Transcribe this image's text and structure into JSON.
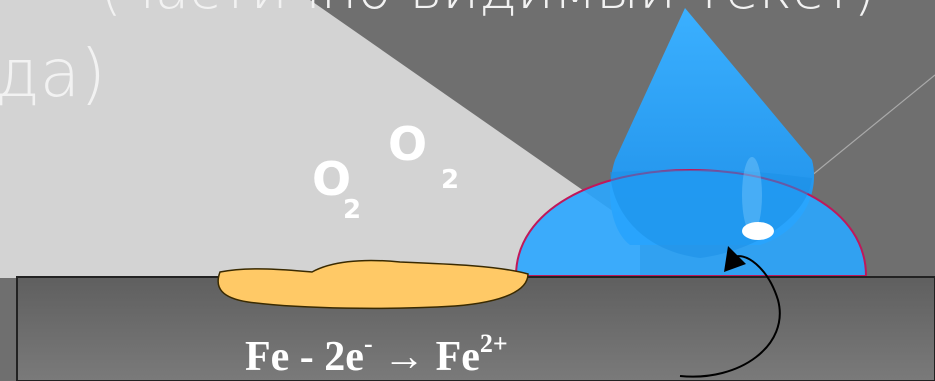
{
  "cropped_text": {
    "line1": "(частично видимый текст)",
    "line2": "да)"
  },
  "molecules": [
    {
      "base": "O",
      "sub": "2"
    },
    {
      "base": "O",
      "sub": "2"
    }
  ],
  "equation": {
    "left": "Fe - 2e",
    "left_sup": "-",
    "arrow": "→",
    "right": "Fe",
    "right_sup": "2+"
  },
  "colors": {
    "background": "#6f6f6f",
    "light_zone": "#d3d3d3",
    "metal_plate": "#6a6a6a",
    "rust": "#ffc966",
    "water_drop": "#2aa6ff",
    "drop_outline": "#c0185a"
  }
}
